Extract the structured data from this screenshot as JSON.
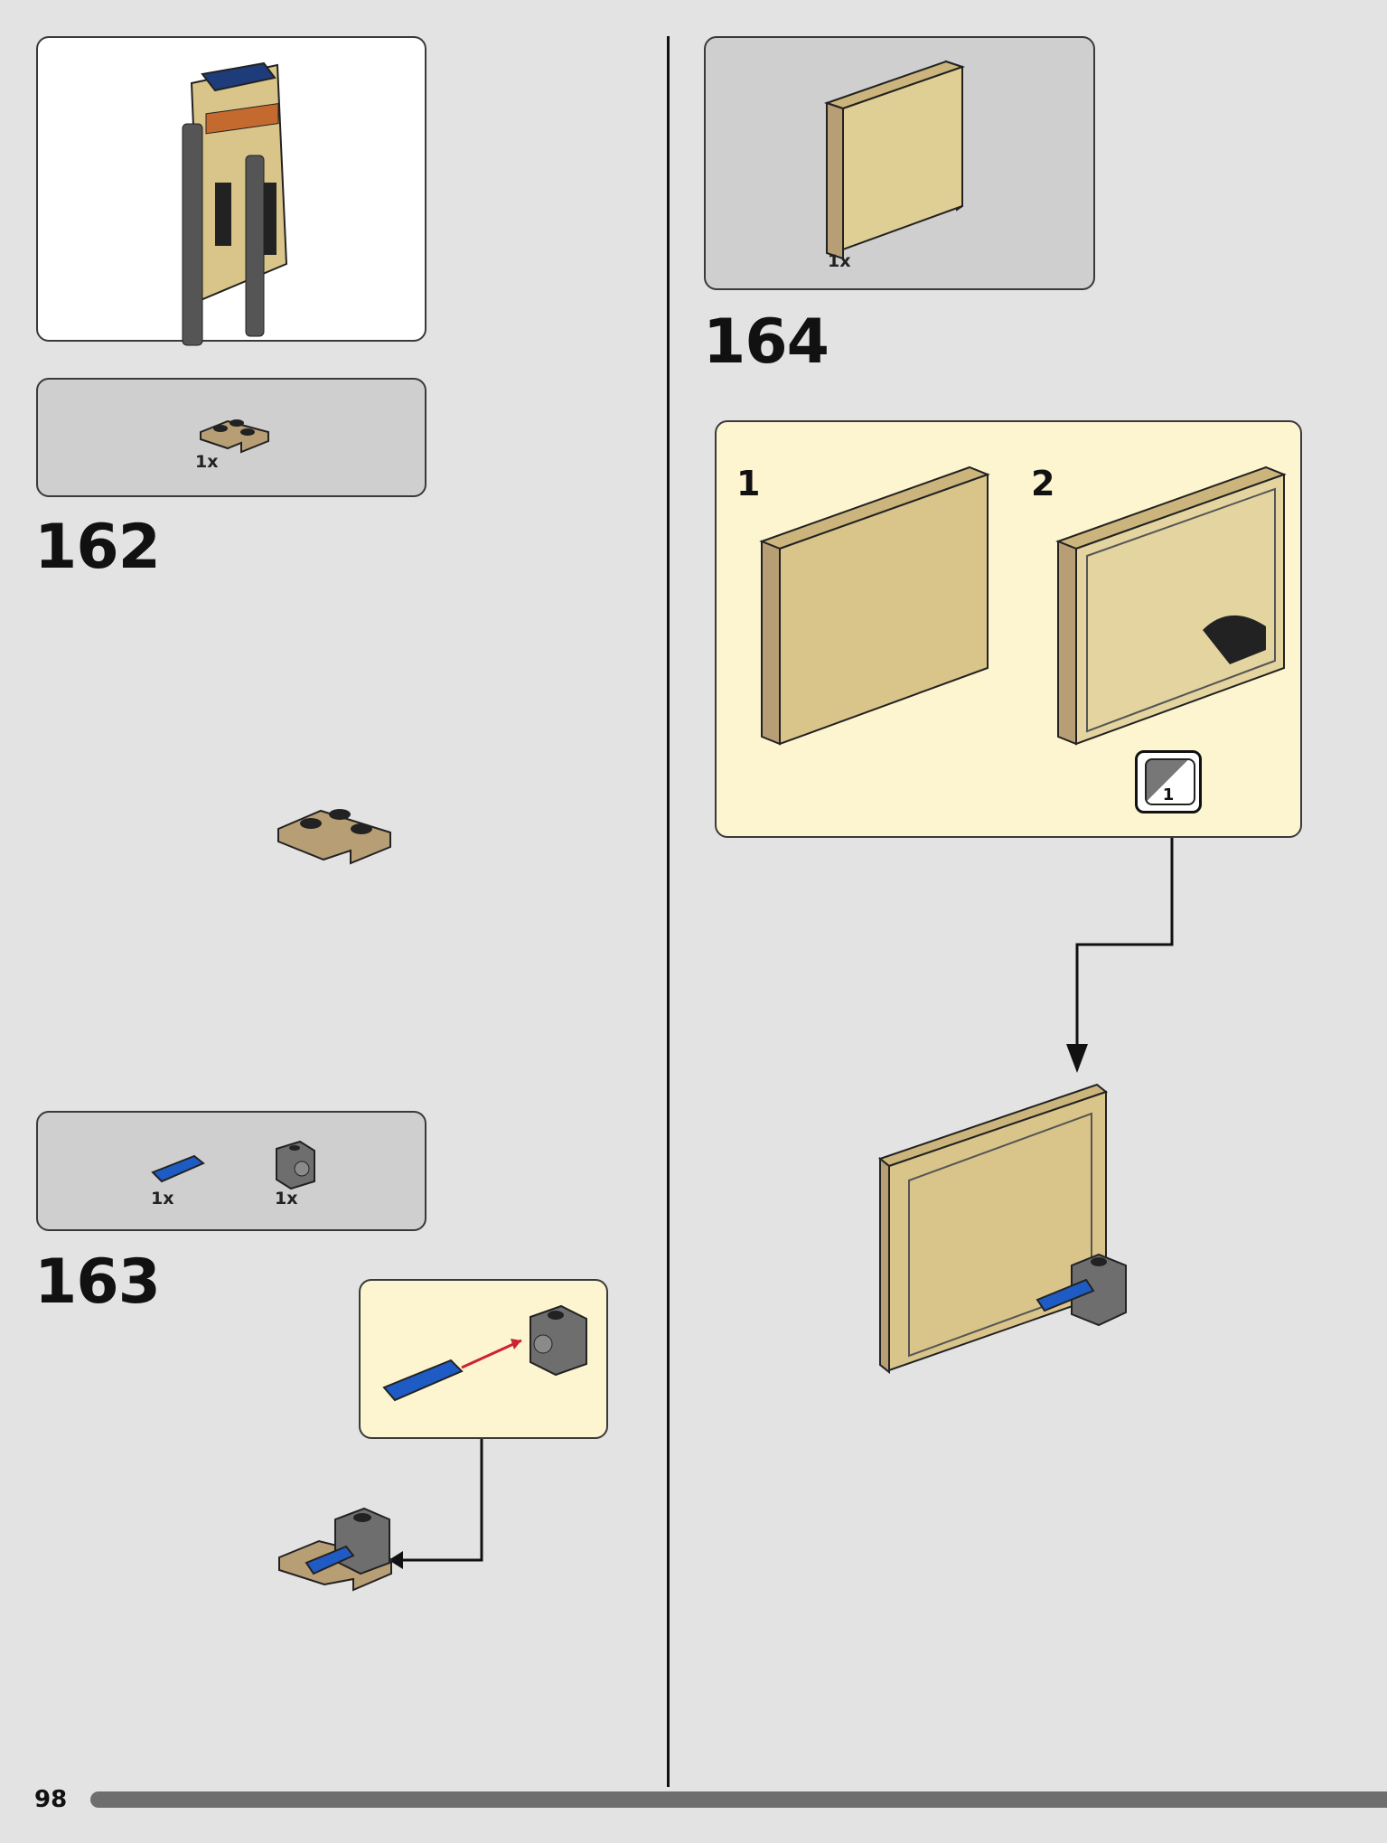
{
  "page_number": "98",
  "steps": [
    {
      "number": "162",
      "parts": [
        {
          "qty": "1x",
          "icon": "tan-corner-plate"
        }
      ]
    },
    {
      "number": "163",
      "parts": [
        {
          "qty": "1x",
          "icon": "blue-axle-pin"
        },
        {
          "qty": "1x",
          "icon": "grey-technic-brick"
        }
      ]
    },
    {
      "number": "164",
      "parts": [
        {
          "qty": "1x",
          "icon": "tan-wall-panel"
        }
      ],
      "substeps": [
        {
          "label": "1"
        },
        {
          "label": "2"
        }
      ],
      "sticker": {
        "number": "1",
        "icon": "sticker-icon"
      }
    }
  ],
  "colors": {
    "background": "#e3e3e3",
    "parts_panel": "#cfcfcf",
    "callout_panel": "#fdf5cf",
    "tan": "#d9c48a",
    "dark_tan": "#b79e74",
    "blue": "#1f5bc4",
    "grey": "#6e6e6e"
  }
}
